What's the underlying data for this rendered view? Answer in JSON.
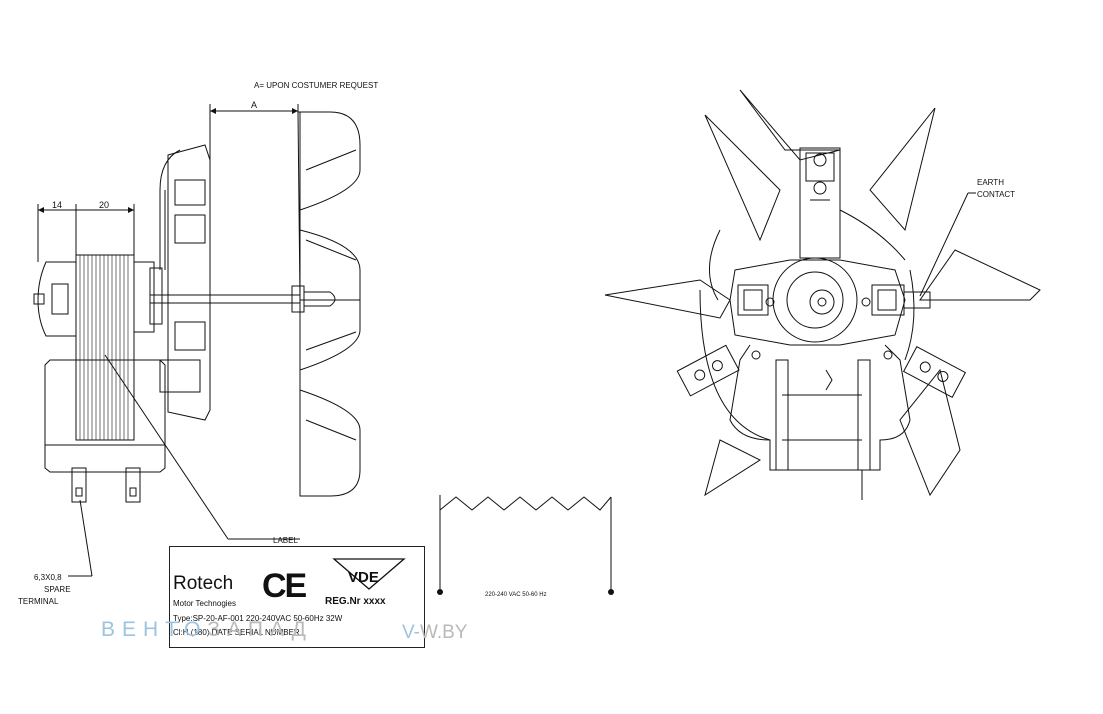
{
  "side_view": {
    "note": "A= UPON COSTUMER REQUEST",
    "dim_a": "A",
    "dim_14": "14",
    "dim_20": "20",
    "label_callout": "LABEL",
    "terminal_size": "6,3X0,8",
    "terminal_line2": "SPARE",
    "terminal_line3": "TERMINAL"
  },
  "front_view": {
    "earth_line1": "EARTH",
    "earth_line2": "CONTACT"
  },
  "wiring": {
    "voltage": "220-240 VAC 50-60 Hz"
  },
  "label": {
    "brand": "Rotech",
    "brand_sub": "Motor Technogies",
    "ce": "CE",
    "vde": "VDE",
    "reg": "REG.Nr xxxx",
    "type_line": "Type:SP-20-AF-001 220-240VAC 50-60Hz 32W",
    "class_line": "Cl:H (180) DATE SERIAL NUMBER"
  },
  "watermark": {
    "part1": "ВЕНТО",
    "part2": "ЗАПАД",
    "site_v": "V-",
    "site_rest": "W.BY"
  },
  "colors": {
    "line": "#111111",
    "watermark_blue": "#9cc3e0",
    "watermark_gray": "#b9b9b9"
  }
}
